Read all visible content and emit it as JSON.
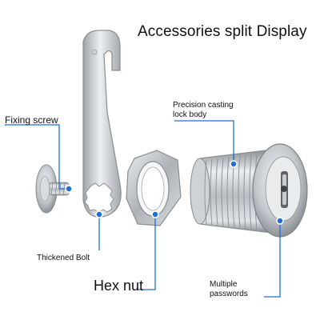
{
  "title": "Accessories split Display",
  "labels": {
    "fixing_screw": "Fixing screw",
    "thickened_bolt": "Thickened Bolt",
    "hex_nut": "Hex nut",
    "precision_line1": "Precision casting",
    "precision_line2": "lock body",
    "multiple_line1": "Multiple",
    "multiple_line2": "passwords"
  },
  "colors": {
    "callout": "#1e6fd9",
    "metal_light": "#e4e6e9",
    "metal_mid": "#b5b9be",
    "metal_dark": "#7d8288"
  }
}
